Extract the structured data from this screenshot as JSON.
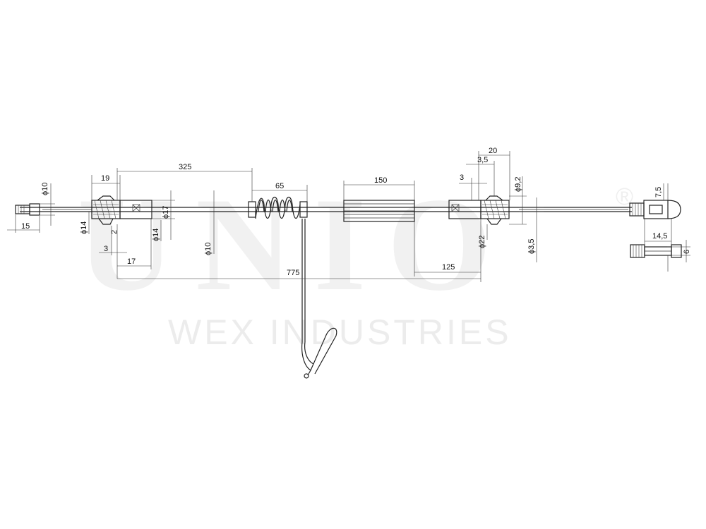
{
  "watermark": {
    "brand": "UNIO",
    "registered": "®",
    "company": "WEX INDUSTRIES"
  },
  "dimensions": {
    "d10_left": "ϕ10",
    "len15": "15",
    "d14_a": "ϕ14",
    "len19": "19",
    "len3": "3",
    "len2": "2",
    "len17": "17",
    "len325": "325",
    "d17": "ϕ17",
    "d14_b": "ϕ14",
    "d10_mid": "ϕ10",
    "len65": "65",
    "len775": "775",
    "len150": "150",
    "len125": "125",
    "len3_5": "3,5",
    "len20": "20",
    "len3_right": "3",
    "d9_2": "ϕ9,2",
    "d22": "ϕ22",
    "d3_5": "ϕ3,5",
    "len7_5": "7,5",
    "len14_5": "14,5",
    "len6": "6"
  }
}
